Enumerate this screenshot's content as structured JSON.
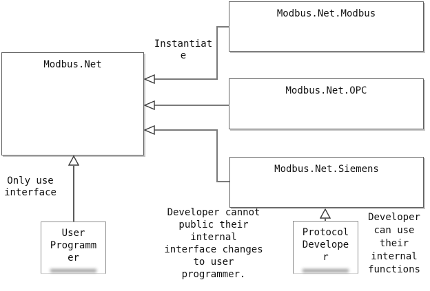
{
  "diagram": {
    "boxes": {
      "modbus_net": {
        "label": "Modbus.Net"
      },
      "modbus_net_modbus": {
        "label": "Modbus.Net.Modbus"
      },
      "modbus_net_opc": {
        "label": "Modbus.Net.OPC"
      },
      "modbus_net_siemens": {
        "label": "Modbus.Net.Siemens"
      },
      "user_programmer": {
        "label": "User\nProgramm\ner"
      },
      "protocol_developer": {
        "label": "Protocol\nDevelope\nr"
      }
    },
    "annotations": {
      "instantiate": "Instantiat\ne",
      "only_use_interface": "Only use\ninterface",
      "developer_cannot": "Developer cannot\npublic their\ninternal\ninterface changes\nto user\nprogrammer.",
      "developer_can": "Developer\ncan use\ntheir\ninternal\nfunctions"
    },
    "colors": {
      "background": "#ffffff",
      "box_border": "#5f5f5f",
      "connector_line": "#7a7a7a",
      "text": "#111111"
    }
  }
}
